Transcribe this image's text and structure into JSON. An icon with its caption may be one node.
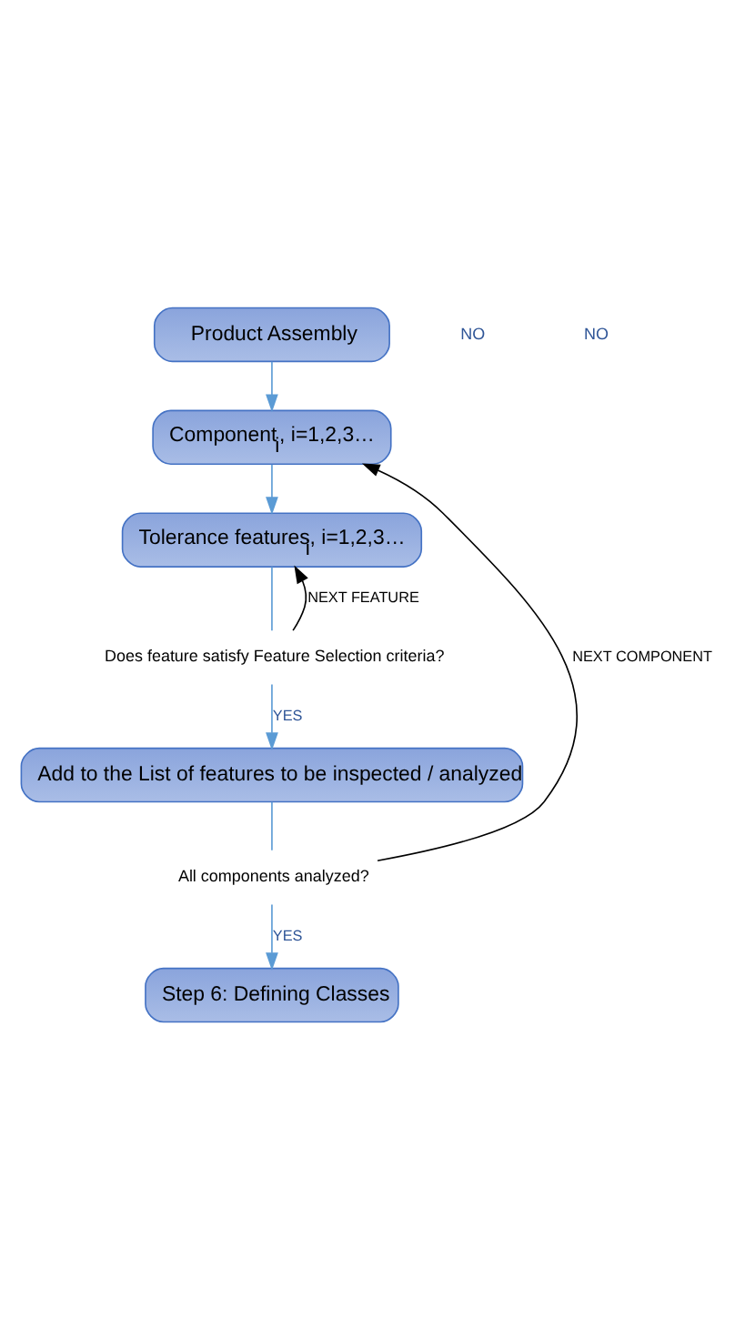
{
  "diagram": {
    "nodes": [
      {
        "text": [
          "Product Assembly"
        ]
      },
      {
        "text": [
          "Component$_{i}$, i=1,2,3…"
        ]
      },
      {
        "text": [
          "Tolerance features$_{i}$, i=1,2,3…"
        ]
      },
      {
        "text": [
          "Does feature satisfy Feature Selection criteria?"
        ]
      },
      {
        "text": [
          "Add to the List of features to be inspected / analyzed"
        ]
      },
      {
        "text": [
          "All components analyzed?"
        ]
      },
      {
        "text": [
          "Step 6: Defining Classes"
        ]
      }
    ],
    "edges": [
      {
        "from": 0,
        "to": 1,
        "arrow": "to"
      },
      {
        "from": 1,
        "to": 2,
        "arrow": "to"
      },
      {
        "from": 2,
        "to": 3,
        "arrow": "none"
      },
      {
        "from": 3,
        "to": 2,
        "arrow": "to",
        "label": "NEXT FEATURE",
        "color": "#000000"
      },
      {
        "from": 3,
        "to": 4,
        "arrow": "to",
        "label": "YES"
      },
      {
        "from": 4,
        "to": 5,
        "arrow": "none"
      },
      {
        "from": 5,
        "to": 1,
        "arrow": "to",
        "label": "NEXT COMPONENT",
        "color": "#000000"
      },
      {
        "from": 5,
        "to": 6,
        "arrow": "to",
        "label": "YES"
      }
    ],
    "labels": [
      "NO",
      "NO"
    ]
  }
}
